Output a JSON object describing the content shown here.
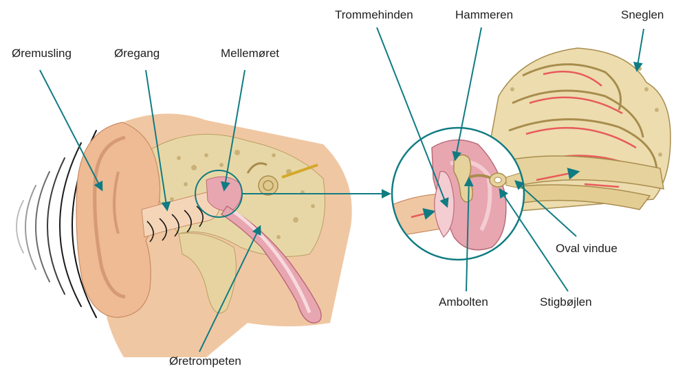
{
  "labels": {
    "auricle": "Øremusling",
    "ear_canal": "Øregang",
    "middle_ear": "Mellemøret",
    "eardrum": "Trommehinden",
    "malleus": "Hammeren",
    "cochlea": "Sneglen",
    "oval_window": "Oval vindue",
    "incus": "Ambolten",
    "stapes": "Stigbøjlen",
    "eustachian_tube": "Øretrompeten"
  },
  "colors": {
    "pointer": "#0f7b82",
    "skin": "#f0c7a3",
    "skin_dark": "#d99a72",
    "bone": "#e8d7a6",
    "bone_dark": "#b89f62",
    "membrane": "#e8a6b0",
    "membrane_light": "#f3cdd2",
    "flow_arrow": "#e85a5a"
  }
}
